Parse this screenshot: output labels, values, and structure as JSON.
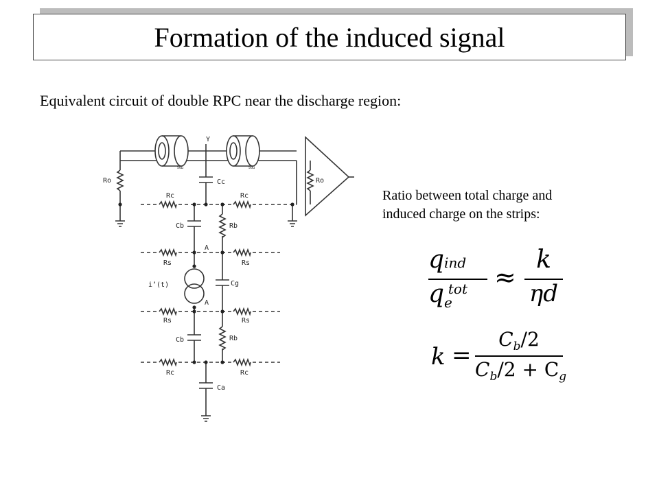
{
  "title": "Formation of the induced signal",
  "subtitle": "Equivalent circuit of double RPC near the discharge region:",
  "ratio_text": [
    "Ratio between total charge and",
    "induced charge on the strips:"
  ],
  "circuit_labels": {
    "y": "Y",
    "ro": "Ro",
    "cc": "Cc",
    "rc": "Rc",
    "cb": "Cb",
    "rb": "Rb",
    "a": "A",
    "rs": "Rs",
    "cg": "Cg",
    "it": "i’(t)",
    "ca": "Ca",
    "cable": "50Ω"
  },
  "equations": {
    "q_ind": "q",
    "ind": "ind",
    "q_e": "q",
    "e": "e",
    "tot": "tot",
    "approx": "≈",
    "k": "k",
    "eta_d": "ηd",
    "k2": "k",
    "equals": "=",
    "num": "C",
    "num_sub": "b",
    "num_rest": "/2",
    "den_c1": "C",
    "den_sub1": "b",
    "den_mid": "/2 + C",
    "den_sub2": "g"
  }
}
